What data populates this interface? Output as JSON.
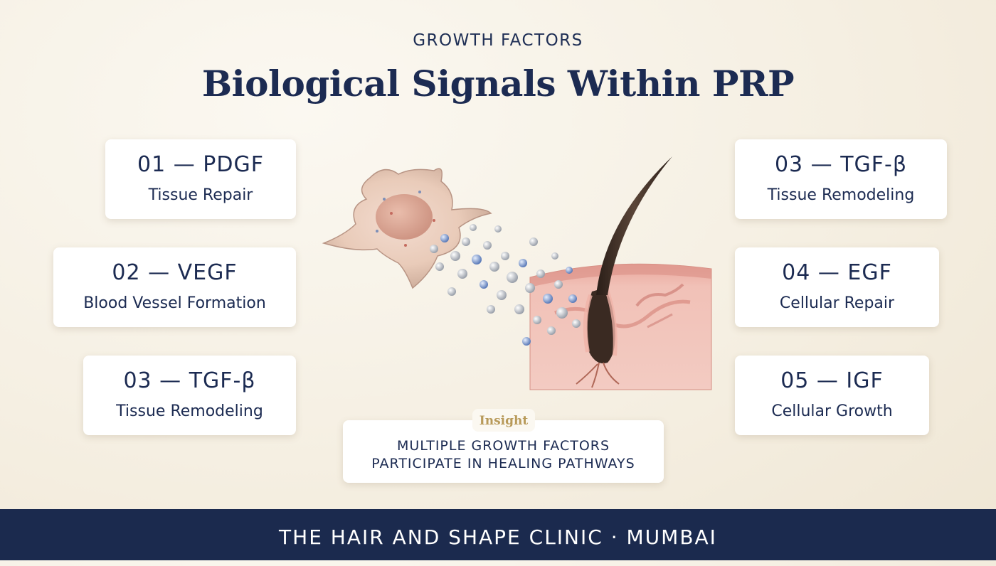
{
  "header": {
    "eyebrow": "GROWTH FACTORS",
    "title": "Biological Signals Within PRP"
  },
  "cards_left": [
    {
      "number": "01 — PDGF",
      "label": "Tissue Repair"
    },
    {
      "number": "02 — VEGF",
      "label": "Blood Vessel Formation"
    },
    {
      "number": "03 — TGF-β",
      "label": "Tissue Remodeling"
    }
  ],
  "cards_right": [
    {
      "number": "03 — TGF-β",
      "label": "Tissue Remodeling"
    },
    {
      "number": "04 — EGF",
      "label": "Cellular Repair"
    },
    {
      "number": "05 — IGF",
      "label": "Cellular Growth"
    }
  ],
  "insight": {
    "tag": "Insight",
    "line1": "MULTIPLE GROWTH FACTORS",
    "line2": "PARTICIPATE IN HEALING PATHWAYS"
  },
  "footer": {
    "text": "THE HAIR AND SHAPE CLINIC · MUMBAI"
  },
  "colors": {
    "navy": "#1b2a4e",
    "gold": "#b89a5a",
    "skin": "#eab0a6",
    "background": "#f5efe2"
  }
}
